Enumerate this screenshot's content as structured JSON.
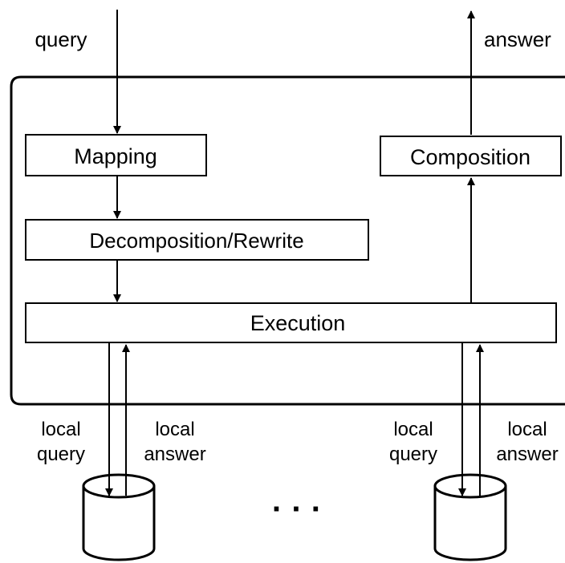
{
  "io": {
    "query_label": "query",
    "answer_label": "answer"
  },
  "boxes": {
    "mapping": "Mapping",
    "decomposition": "Decomposition/Rewrite",
    "execution": "Execution",
    "composition": "Composition"
  },
  "sources": {
    "left": {
      "query_line1": "local",
      "query_line2": "query",
      "answer_line1": "local",
      "answer_line2": "answer"
    },
    "right": {
      "query_line1": "local",
      "query_line2": "query",
      "answer_line1": "local",
      "answer_line2": "answer"
    }
  },
  "ellipsis": "· · ·",
  "colors": {
    "stroke": "#000000",
    "fill": "#ffffff"
  }
}
